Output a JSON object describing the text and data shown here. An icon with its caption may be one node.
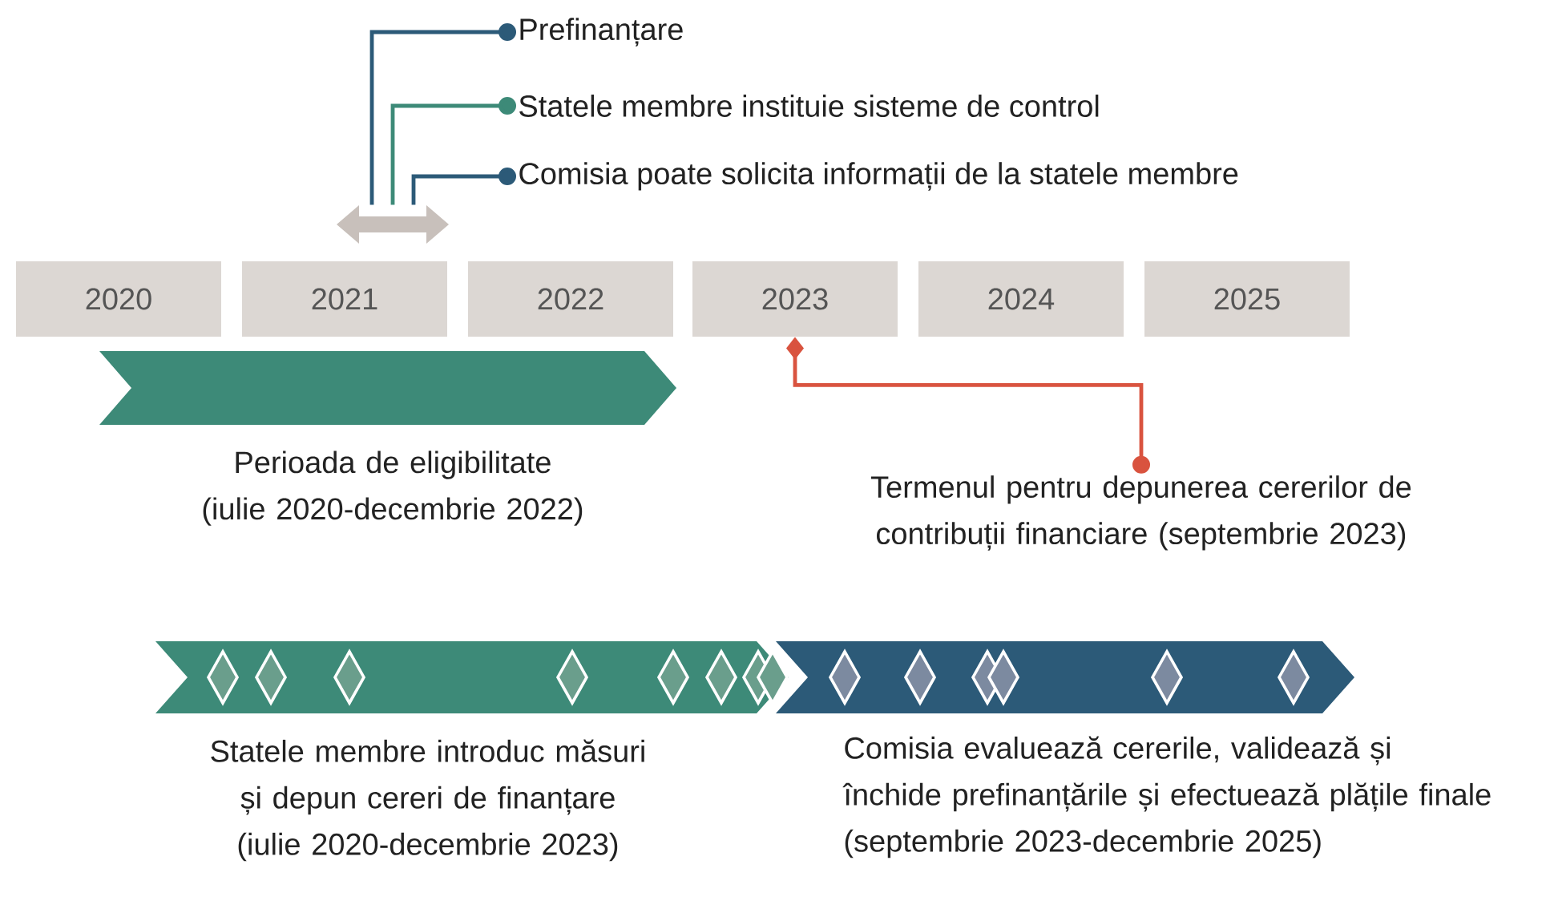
{
  "diagram": {
    "nodes": [
      {
        "text": [
          "2020"
        ]
      },
      {
        "text": [
          "2021"
        ]
      },
      {
        "text": [
          "2022"
        ]
      },
      {
        "text": [
          "2023"
        ]
      },
      {
        "text": [
          "2024"
        ]
      },
      {
        "text": [
          "2025"
        ]
      },
      {
        "text": [],
        "shape": "bar",
        "beside": [
          "Perioada de eligibilitate (iulie 2020-decembrie 2022)"
        ]
      },
      {
        "text": [],
        "shape": "arrow"
      },
      {
        "text": [
          "Prefinanțare"
        ]
      },
      {
        "text": [
          "Statele membre instituie sisteme de control"
        ]
      },
      {
        "text": [
          "Comisia poate solicita informații de la statele membre"
        ]
      },
      {
        "text": [
          "Termenul pentru depunerea cererilor de contribuții financiare (septembrie 2023)"
        ]
      },
      {
        "text": [],
        "shape": "bar",
        "beside": [
          "Statele membre introduc măsuri și depun cereri de finanțare (iulie 2020-decembrie 2023)"
        ]
      },
      {
        "text": [],
        "shape": "bar",
        "beside": [
          "Comisia evaluează cererile, validează și închide prefinanțările și efectuează plățile finale (septembrie 2023-decembrie 2025)"
        ]
      }
    ],
    "edges": [
      {
        "from": 7,
        "to": 8,
        "arrow": "other"
      },
      {
        "from": 7,
        "to": 9,
        "arrow": "other",
        "color": "#3d8a78"
      },
      {
        "from": 7,
        "to": 10,
        "arrow": "other"
      },
      {
        "from": 3,
        "to": 11,
        "arrow": "other",
        "color": "#d9533f"
      }
    ]
  }
}
